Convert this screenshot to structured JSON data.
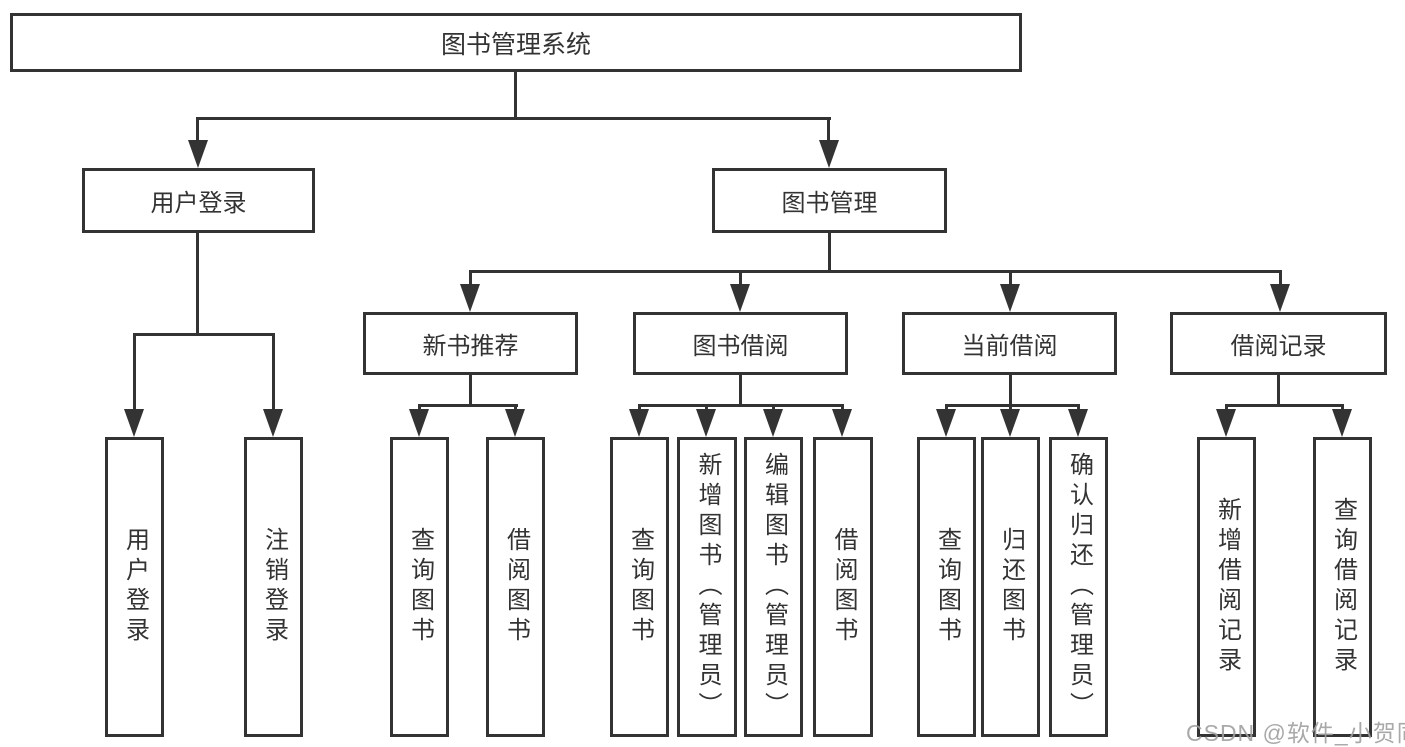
{
  "diagram": {
    "root": {
      "label": "图书管理系统"
    },
    "level2": [
      {
        "label": "用户登录"
      },
      {
        "label": "图书管理"
      }
    ],
    "level3": [
      {
        "label": "新书推荐"
      },
      {
        "label": "图书借阅"
      },
      {
        "label": "当前借阅"
      },
      {
        "label": "借阅记录"
      }
    ],
    "leaves": {
      "user_login": [
        "用户登录",
        "注销登录"
      ],
      "new_books": [
        "查询图书",
        "借阅图书"
      ],
      "book_borrow": [
        "查询图书",
        "新增图书（管理员）",
        "编辑图书（管理员）",
        "借阅图书"
      ],
      "current_borrow": [
        "查询图书",
        "归还图书",
        "确认归还（管理员）"
      ],
      "borrow_records": [
        "新增借阅记录",
        "查询借阅记录"
      ]
    },
    "colors": {
      "line": "#333333",
      "text": "#333333",
      "background": "#ffffff",
      "watermark": "#a0a0a0"
    }
  },
  "watermark": {
    "text": "CSDN @软件_小贺同学"
  }
}
